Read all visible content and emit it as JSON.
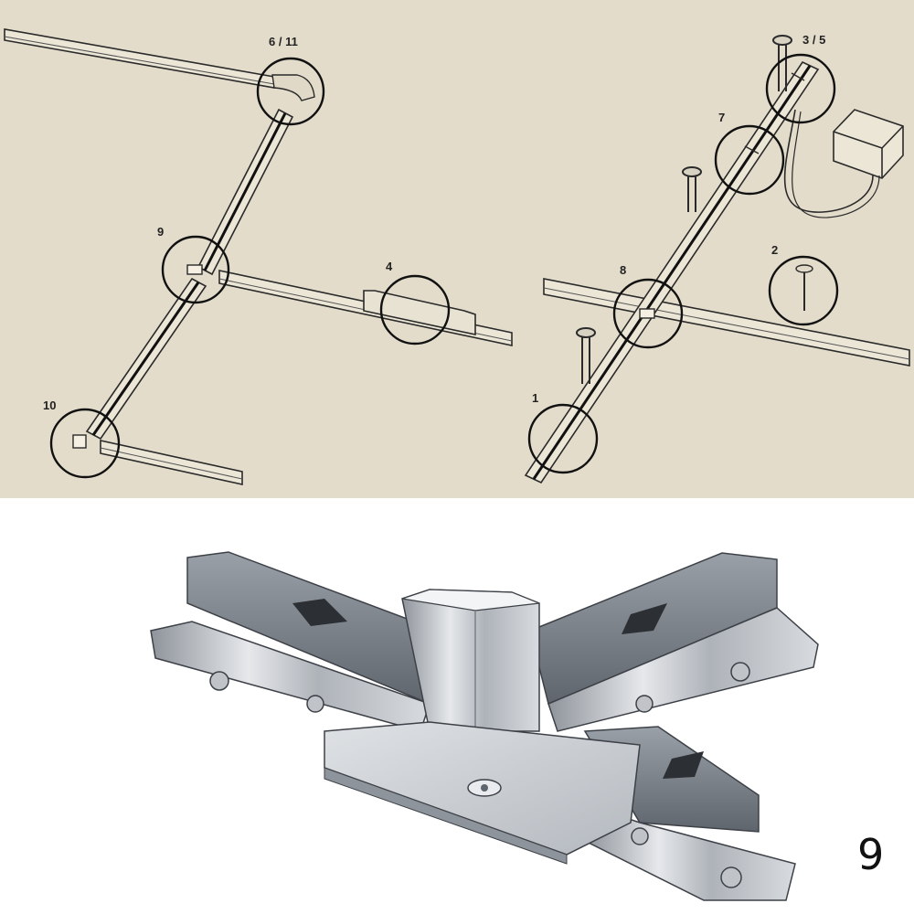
{
  "colors": {
    "diagram_background": "#e3dccb",
    "rail_fill": "#e8e2d2",
    "line": "#2a2a2a",
    "connector_grey": "#7b8088",
    "chrome": "#c9ccd0"
  },
  "callouts": [
    {
      "id": "c-6-11",
      "label": "6 / 11"
    },
    {
      "id": "c-9",
      "label": "9"
    },
    {
      "id": "c-4",
      "label": "4"
    },
    {
      "id": "c-10",
      "label": "10"
    },
    {
      "id": "c-3-5",
      "label": "3 / 5"
    },
    {
      "id": "c-7",
      "label": "7"
    },
    {
      "id": "c-2",
      "label": "2"
    },
    {
      "id": "c-8",
      "label": "8"
    },
    {
      "id": "c-1",
      "label": "1"
    }
  ],
  "figure_number": "9"
}
